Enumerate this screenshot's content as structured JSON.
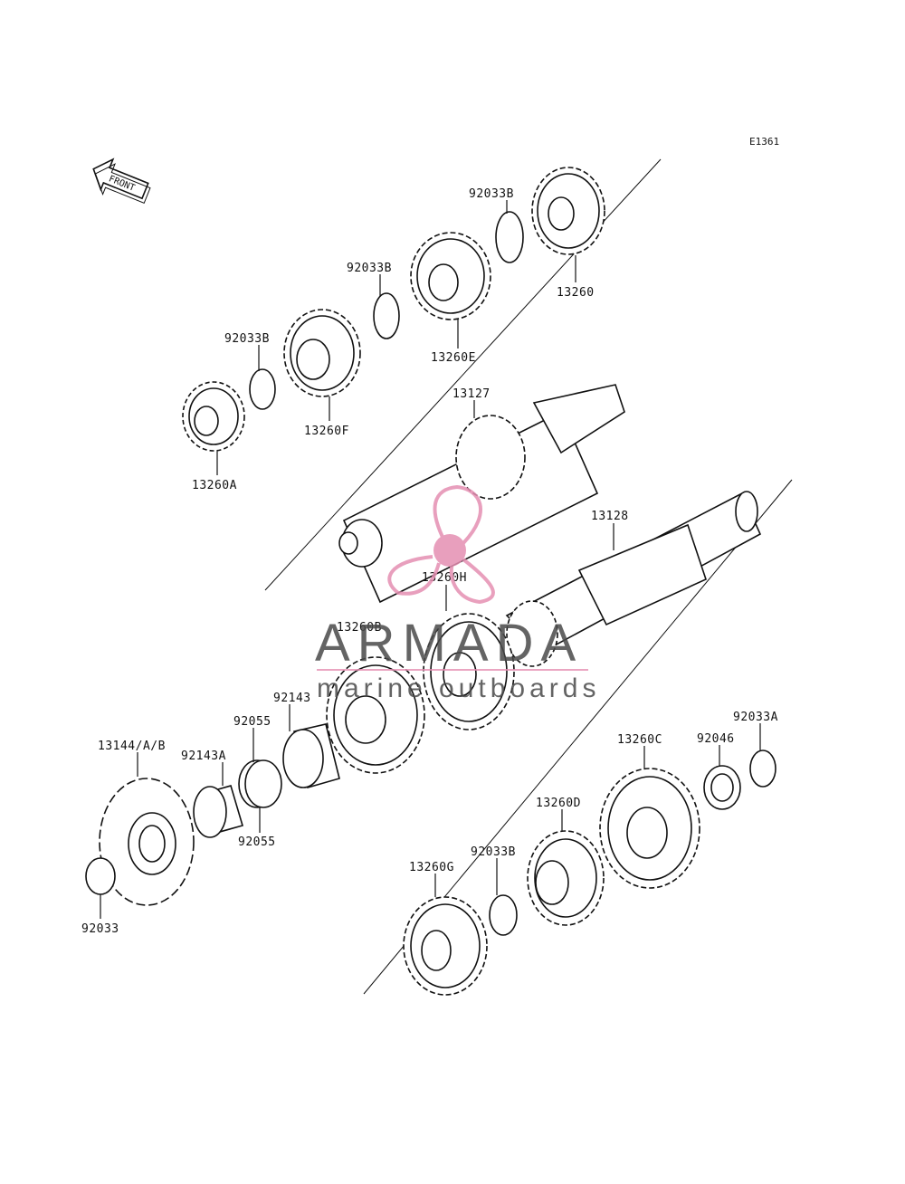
{
  "diagram": {
    "code": "E1361",
    "front_label": "FRONT"
  },
  "watermark": {
    "title": "ARMADA",
    "subtitle": "marine outboards",
    "logo_color": "#e58fb2",
    "text_color": "#4a4a4a"
  },
  "labels": {
    "p92033B_1": "92033B",
    "p13260": "13260",
    "p92033B_2": "92033B",
    "p13260E": "13260E",
    "p92033B_3": "92033B",
    "p13260F": "13260F",
    "p13260A": "13260A",
    "p13127": "13127",
    "p13128": "13128",
    "p13260H": "13260H",
    "p13260B": "13260B",
    "p92143": "92143",
    "p92055_a": "92055",
    "p92143A": "92143A",
    "p13144": "13144/A/B",
    "p92055_b": "92055",
    "p92033": "92033",
    "p13260C": "13260C",
    "p92046": "92046",
    "p92033A": "92033A",
    "p13260D": "13260D",
    "p92033B_4": "92033B",
    "p13260G": "13260G"
  }
}
